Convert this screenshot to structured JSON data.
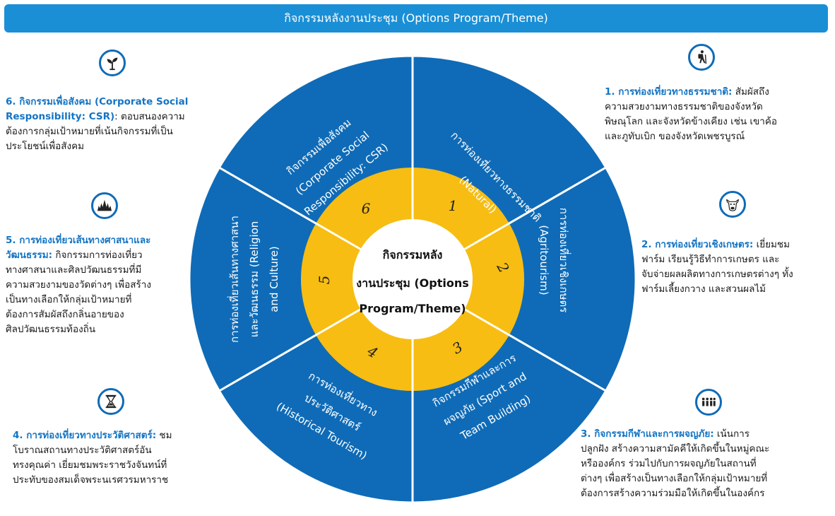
{
  "banner": {
    "title": "กิจกรรมหลังงานประชุม (Options Program/Theme)"
  },
  "center": {
    "line1": "กิจกรรมหลัง",
    "line2": "งานประชุม (Options",
    "line3": "Program/Theme)"
  },
  "colors": {
    "banner": "#1a8fd6",
    "segment": "#0f6bb7",
    "ring": "#f7bd12",
    "title": "#1474c4"
  },
  "segments": [
    {
      "number": "1",
      "line1": "การท่องเที่ยวทางธรรมชาติ",
      "line2": "(Natural)",
      "line3": ""
    },
    {
      "number": "2",
      "line1": "การท่องเที่ยวเชิงเกษตร",
      "line2": "(Agritourism)",
      "line3": ""
    },
    {
      "number": "3",
      "line1": "กิจกรรมกีฬาและการ",
      "line2": "ผจญภัย (Sport and",
      "line3": "Team Building)"
    },
    {
      "number": "4",
      "line1": "การท่องเที่ยวทาง",
      "line2": "ประวัติศาสตร์",
      "line3": "(Historical Tourism)"
    },
    {
      "number": "5",
      "line1": "การท่องเที่ยวเส้นทางศาสนา",
      "line2": "และวัฒนธรรม (Religion",
      "line3": "and Culture)"
    },
    {
      "number": "6",
      "line1": "กิจกรรมเพื่อสังคม",
      "line2": "(Corporate Social",
      "line3": "Responsibility: CSR)"
    }
  ],
  "descriptions": {
    "d1": {
      "title": "1. การท่องเที่ยวทางธรรมชาติ:",
      "l1": " สัมผัสถึง",
      "l2": "ความสวยงามทางธรรมชาติของจังหวัด",
      "l3": "พิษณุโลก และจังหวัดข้างเคียง เช่น เขาค้อ",
      "l4": "และภูทับเบิก ของจังหวัดเพชรบูรณ์",
      "icon": "hiker-icon"
    },
    "d2": {
      "title": "2. การท่องเที่ยวเชิงเกษตร:",
      "l1": " เยี่ยมชม",
      "l2": "ฟาร์ม เรียนรู้วิธีทำการเกษตร และ",
      "l3": "จับจ่ายผลผลิตทางการเกษตรต่างๆ ทั้ง",
      "l4": "ฟาร์มเลี้ยงกวาง และสวนผลไม้",
      "icon": "cow-icon"
    },
    "d3": {
      "title": "3. กิจกรรมกีฬาและการผจญภัย:",
      "l1": " เน้นการ",
      "l2": "ปลูกฝัง สร้างความสามัคคีให้เกิดขึ้นในหมู่คณะ",
      "l3": "หรือองค์กร ร่วมไปกับการผจญภัยในสถานที่",
      "l4": "ต่างๆ เพื่อสร้างเป็นทางเลือกให้กลุ่มเป้าหมายที่",
      "l5": "ต้องการสร้างความร่วมมือให้เกิดขึ้นในองค์กร",
      "icon": "team-icon"
    },
    "d4": {
      "title": "4. การท่องเที่ยวทางประวัติศาสตร์:",
      "l1": " ชม",
      "l2": "โบราณสถานทางประวัติศาสตร์อัน",
      "l3": "ทรงคุณค่า เยี่ยมชมพระราชวังจันทน์ที่",
      "l4": "ประทับของสมเด็จพระนเรศวรมหาราช",
      "icon": "hourglass-icon"
    },
    "d5": {
      "title": "5. การท่องเที่ยวเส้นทางศาสนาและ",
      "title2": "วัฒนธรรม:",
      "l1": " กิจกรรมการท่องเที่ยว",
      "l2": "ทางศาสนาและศิลปวัฒนธรรมที่มี",
      "l3": "ความสวยงามของวัดต่างๆ เพื่อสร้าง",
      "l4": "เป็นทางเลือกให้กลุ่มเป้าหมายที่",
      "l5": "ต้องการสัมผัสถึงกลิ่นอายของ",
      "l6": "ศิลปวัฒนธรรมท้องถิ่น",
      "icon": "temple-icon"
    },
    "d6": {
      "title": "6. กิจกรรมเพื่อสังคม (Corporate Social",
      "title2": "Responsibility: CSR)",
      "l1": ": ตอบสนองความ",
      "l2": "ต้องการกลุ่มเป้าหมายที่เน้นกิจกรรมที่เป็น",
      "l3": "ประโยชน์เพื่อสังคม",
      "icon": "plant-icon"
    }
  }
}
